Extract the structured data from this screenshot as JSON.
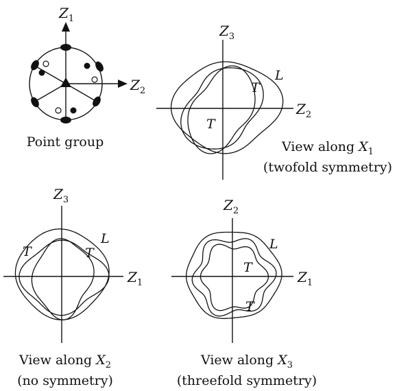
{
  "point_group": {
    "caption": "Point group",
    "axis_z1": "Z",
    "axis_z1_sub": "1",
    "axis_z2": "Z",
    "axis_z2_sub": "2"
  },
  "view_x1": {
    "axis_v": "Z",
    "axis_v_sub": "3",
    "axis_h": "Z",
    "axis_h_sub": "2",
    "label_L": "L",
    "label_T1": "T",
    "label_T2": "T",
    "caption_line1_pre": "View along ",
    "caption_axis": "X",
    "caption_axis_sub": "1",
    "caption_line2": "(twofold symmetry)"
  },
  "view_x2": {
    "axis_v": "Z",
    "axis_v_sub": "3",
    "axis_h": "Z",
    "axis_h_sub": "1",
    "label_L": "L",
    "label_T1": "T",
    "label_T2": "T",
    "caption_line1_pre": "View along ",
    "caption_axis": "X",
    "caption_axis_sub": "2",
    "caption_line2": "(no symmetry)"
  },
  "view_x3": {
    "axis_v": "Z",
    "axis_v_sub": "2",
    "axis_h": "Z",
    "axis_h_sub": "1",
    "label_L": "L",
    "label_T1": "T",
    "label_T2": "T",
    "caption_line1_pre": "View along ",
    "caption_axis": "X",
    "caption_axis_sub": "3",
    "caption_line2": "(threefold symmetry)"
  }
}
